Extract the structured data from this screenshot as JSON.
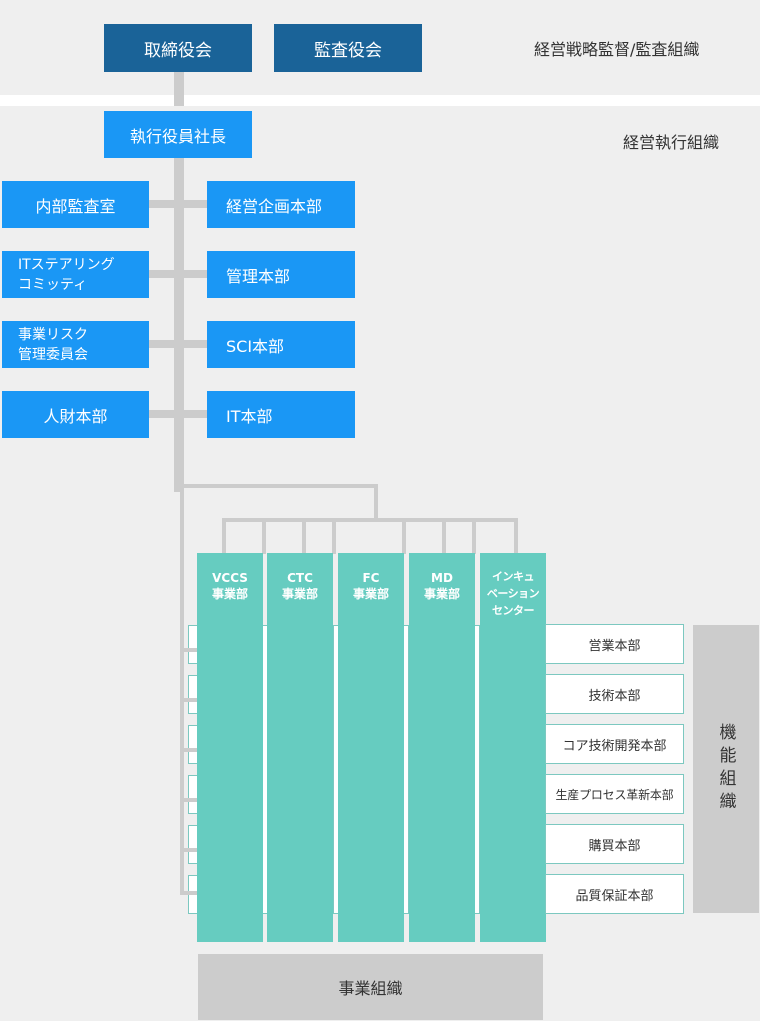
{
  "header": {
    "governance_label": "経営戦略監督/監査組織",
    "execution_label": "経営執行組織"
  },
  "governance": {
    "board": "取締役会",
    "audit": "監査役会"
  },
  "executive": {
    "president": "執行役員社長"
  },
  "staff_left": [
    "内部監査室",
    "ITステアリング\nコミッティ",
    "事業リスク\n管理委員会",
    "人財本部"
  ],
  "staff_right": [
    "経営企画本部",
    "管理本部",
    "SCI本部",
    "IT本部"
  ],
  "business_units": [
    "VCCS\n事業部",
    "CTC\n事業部",
    "FC\n事業部",
    "MD\n事業部",
    "インキュ\nベーション\nセンター"
  ],
  "functional_units": [
    "営業本部",
    "技術本部",
    "コア技術開発本部",
    "生産プロセス革新本部",
    "購買本部",
    "品質保証本部"
  ],
  "footer": {
    "business_org": "事業組織",
    "functional_org": "機能組織"
  },
  "colors": {
    "governance": "#1a6398",
    "executive": "#1a97f5",
    "business_unit": "#66ccc0",
    "connector": "#cccccc",
    "background": "#efefef"
  }
}
